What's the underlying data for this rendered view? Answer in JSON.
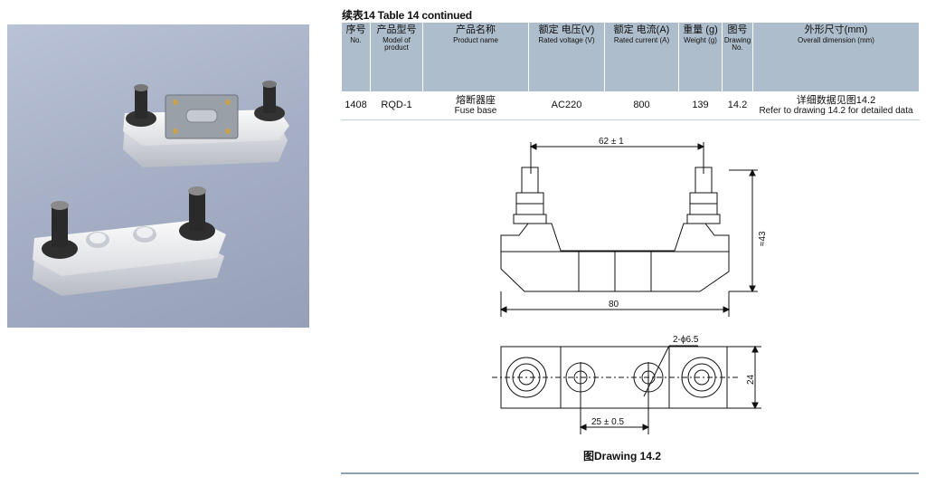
{
  "caption": "续表14 Table 14 continued",
  "table": {
    "headers": [
      {
        "zh": "序号",
        "en": "No."
      },
      {
        "zh": "产品型号",
        "en": "Model of product"
      },
      {
        "zh": "产品名称",
        "en": "Product name"
      },
      {
        "zh": "额定 电压(V)",
        "en": "Rated voltage (V)"
      },
      {
        "zh": "额定 电流(A)",
        "en": "Rated current (A)"
      },
      {
        "zh": "重量 (g)",
        "en": "Weight (g)"
      },
      {
        "zh": "图号",
        "en": "Drawing No."
      },
      {
        "zh": "外形尺寸(mm)",
        "en": "Overall dimension (mm)"
      }
    ],
    "row": {
      "no": "1408",
      "model": "RQD-1",
      "name_zh": "熔断器座",
      "name_en": "Fuse base",
      "voltage": "AC220",
      "current": "800",
      "weight": "139",
      "drawing": "14.2",
      "dim_zh": "详细数据见图14.2",
      "dim_en": "Refer to drawing 14.2 for detailed data"
    }
  },
  "drawing": {
    "dim_top": "62 ± 1",
    "dim_height": "≈43",
    "dim_length": "80",
    "dim_holes": "2-ϕ6.5",
    "dim_width": "24",
    "dim_spacing": "25 ± 0.5",
    "caption": "图Drawing 14.2"
  }
}
